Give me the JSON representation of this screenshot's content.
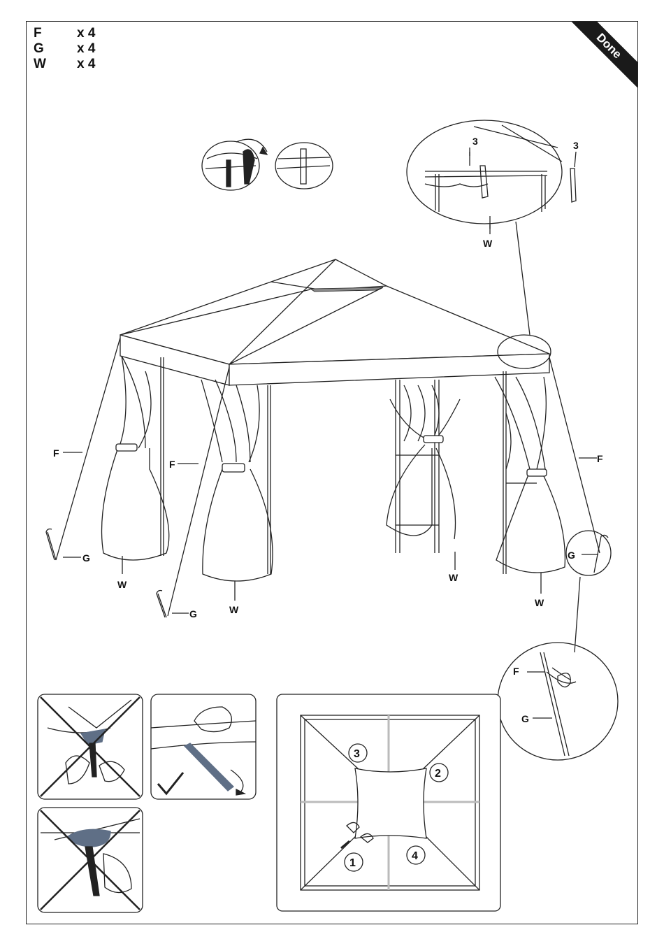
{
  "parts": [
    {
      "letter": "F",
      "qty": "x 4"
    },
    {
      "letter": "G",
      "qty": "x 4"
    },
    {
      "letter": "W",
      "qty": "x 4"
    }
  ],
  "badge": "Done",
  "labels": {
    "F": "F",
    "G": "G",
    "W": "W",
    "three": "3"
  },
  "steps": [
    "1",
    "2",
    "3",
    "4"
  ],
  "colors": {
    "line": "#222222",
    "slate": "#5f6f86",
    "badge": "#1a1a1a"
  }
}
